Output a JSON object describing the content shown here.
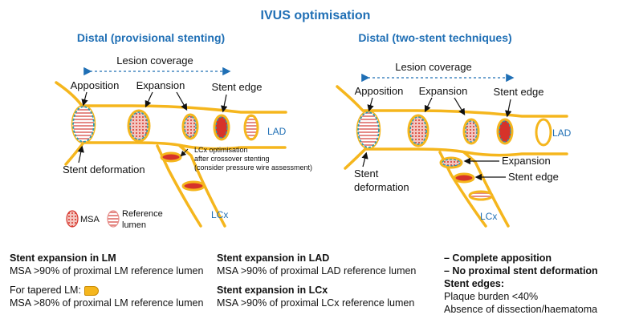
{
  "title": "IVUS optimisation",
  "left_panel": {
    "heading": "Distal (provisional stenting)",
    "lesion_coverage": "Lesion coverage",
    "apposition": "Apposition",
    "expansion": "Expansion",
    "stent_edge": "Stent edge",
    "lad": "LAD",
    "lcx": "LCx",
    "stent_deformation": "Stent deformation",
    "lcx_note_1": "LCx optimisation",
    "lcx_note_2": "after crossover stenting",
    "lcx_note_3": "(consider pressure wire assessment)",
    "legend_msa": "MSA",
    "legend_reference_1": "Reference",
    "legend_reference_2": "lumen"
  },
  "right_panel": {
    "heading": "Distal (two-stent techniques)",
    "lesion_coverage": "Lesion coverage",
    "apposition": "Apposition",
    "expansion": "Expansion",
    "stent_edge": "Stent edge",
    "lad": "LAD",
    "lcx": "LCx",
    "stent_deformation_1": "Stent",
    "stent_deformation_2": "deformation",
    "lcx_expansion": "Expansion",
    "lcx_stent_edge": "Stent edge"
  },
  "bottom": {
    "lm_title": "Stent expansion in LM",
    "lm_text": "MSA >90% of proximal LM reference lumen",
    "tapered_label": "For tapered LM:",
    "tapered_text": "MSA >80% of proximal LM reference lumen",
    "lad_title": "Stent expansion in LAD",
    "lad_text": "MSA >90% of proximal LAD reference lumen",
    "lcx_title": "Stent expansion in LCx",
    "lcx_text": "MSA >90% of proximal LCx reference lumen",
    "col3_line1": "– Complete apposition",
    "col3_line2": "– No proximal stent deformation",
    "col3_line3": "Stent edges:",
    "col3_line4": "Plaque burden <40%",
    "col3_line5": "Absence of dissection/haematoma"
  },
  "colors": {
    "vessel": "#f5b61d",
    "msa_red": "#d6332a",
    "title_blue": "#1f6fb5",
    "stent_teal": "#2a9bb5"
  }
}
